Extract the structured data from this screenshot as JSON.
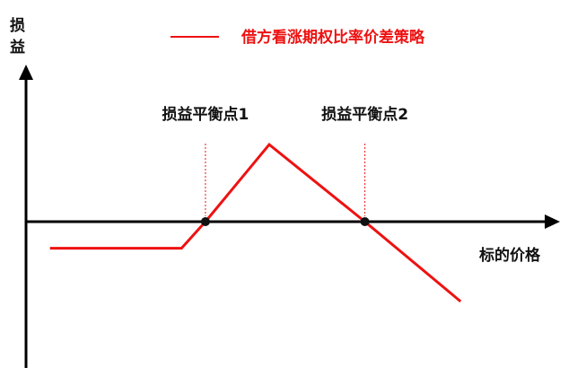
{
  "chart_data": {
    "type": "line",
    "title": "",
    "ylabel": "损益",
    "xlabel": "标的价格",
    "legend": {
      "position": "top-center",
      "entries": [
        "借方看涨期权比率价差策略"
      ]
    },
    "series": [
      {
        "name": "借方看涨期权比率价差策略",
        "color": "#ee1111",
        "points": [
          {
            "x": 0.25,
            "y": -1
          },
          {
            "x": 1.9,
            "y": -1
          },
          {
            "x": 2.2,
            "y": 0
          },
          {
            "x": 3.0,
            "y": 2.9
          },
          {
            "x": 4.2,
            "y": 0
          },
          {
            "x": 5.4,
            "y": -3
          }
        ]
      }
    ],
    "annotations": [
      {
        "label": "损益平衡点1",
        "x": 2.2,
        "y": 0
      },
      {
        "label": "损益平衡点2",
        "x": 4.2,
        "y": 0
      }
    ],
    "xlim": [
      -0.05,
      6.5
    ],
    "ylim": [
      -5.5,
      5.5
    ],
    "grid": false,
    "ticks": false
  },
  "colors": {
    "axis": "#000000",
    "series": "#ee1111",
    "point": "#111111"
  }
}
